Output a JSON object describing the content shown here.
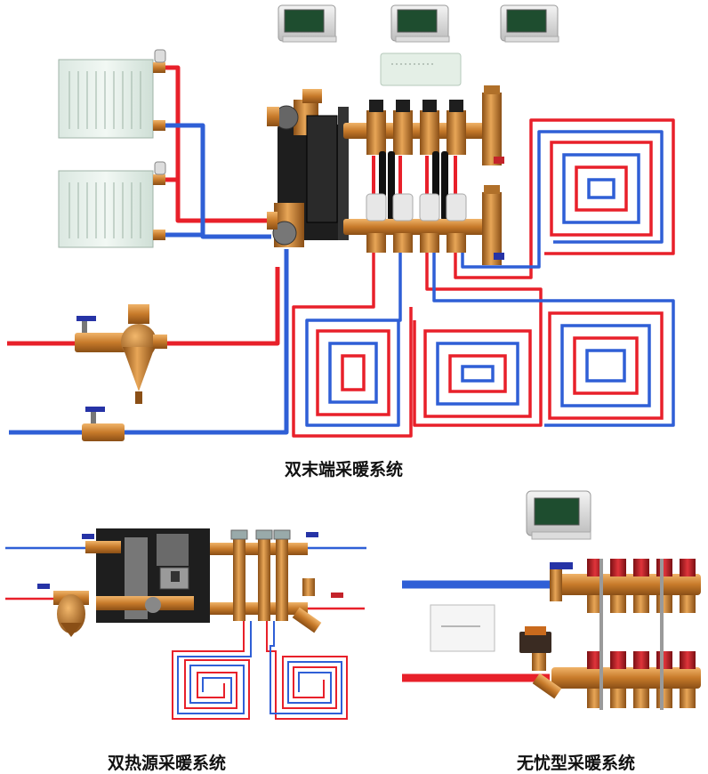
{
  "captions": {
    "dual_terminal": "双末端采暖系统",
    "dual_source": "双热源采暖系统",
    "worry_free": "无忧型采暖系统"
  },
  "colors": {
    "hot_pipe": "#e8202a",
    "cold_pipe": "#2f5fd6",
    "brass": "#c77a2a",
    "brass_dark": "#8a4f16",
    "pump_black": "#1e1e1e",
    "radiator": "#e4efe9",
    "manifold_red_cap": "#c4232a",
    "valve_handle": "#2633a6"
  },
  "icons": [
    "thermostat-icon",
    "room-controller-icon",
    "radiator-icon",
    "manifold-icon",
    "circulation-pump-icon",
    "dirt-separator-icon",
    "ball-valve-icon",
    "floor-heating-loop-icon",
    "motorized-valve-icon"
  ]
}
